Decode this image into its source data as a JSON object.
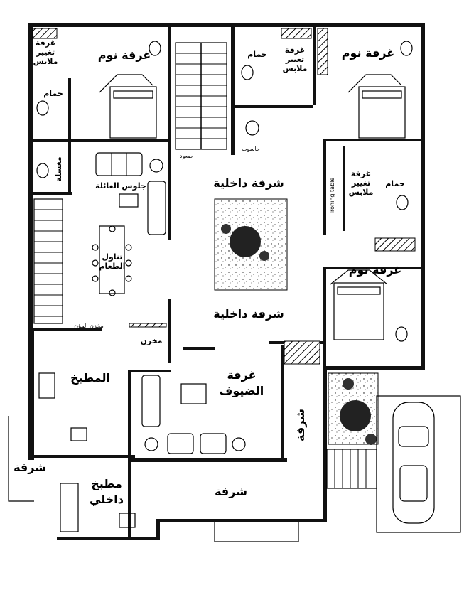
{
  "rooms": {
    "bedroom_1": "غرفة نوم",
    "closet_1": [
      "غرفة",
      "تغيير",
      "ملابس"
    ],
    "bath_1": "حمام",
    "sink": "مغسلة",
    "family_sitting": "جلوس العائلة",
    "dining": [
      "تناول",
      "الطعام"
    ],
    "stairs_up": "صعود",
    "computer": "حاسوب",
    "bath_2": "حمام",
    "closet_2": [
      "غرفة",
      "تغيير",
      "ملابس"
    ],
    "bedroom_2": "غرفة نوم",
    "inner_balcony_1": "شرفة داخلية",
    "inner_balcony_2": "شرفة داخلية",
    "ironing": "Ironing table",
    "closet_3": [
      "غرفة",
      "تغيير",
      "ملابس"
    ],
    "bath_3": "حمام",
    "bedroom_3": "غرفة نوم",
    "pantry": "مخزن المؤن",
    "storage": "مخزن",
    "kitchen": "المطبخ",
    "guest_room": [
      "غرفة",
      "الضيوف"
    ],
    "side_balcony": "شرفة",
    "left_balcony": "شرفة",
    "inner_kitchen": [
      "مطبخ",
      "داخلي"
    ],
    "front_balcony": "شرفة"
  }
}
